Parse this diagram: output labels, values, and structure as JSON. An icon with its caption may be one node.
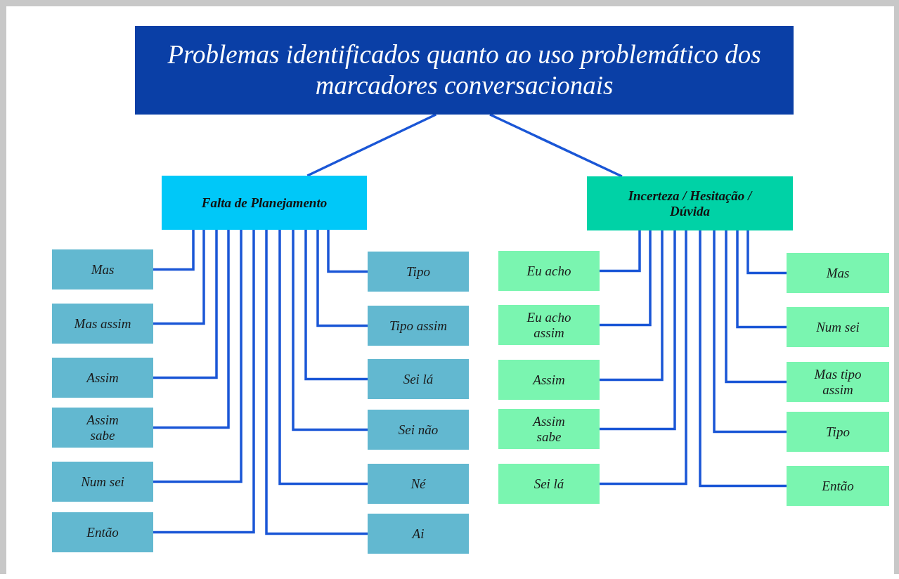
{
  "diagram": {
    "nodes": [
      {
        "text": [
          "Problemas identificados quanto ao uso problemático dos marcadores conversacionais"
        ]
      },
      {
        "text": [
          "Falta de Planejamento"
        ]
      },
      {
        "text": [
          "Incerteza / Hesitação / Dúvida"
        ]
      },
      {
        "text": [
          "Mas"
        ]
      },
      {
        "text": [
          "Mas assim"
        ]
      },
      {
        "text": [
          "Assim"
        ]
      },
      {
        "text": [
          "Assim sabe"
        ]
      },
      {
        "text": [
          "Num sei"
        ]
      },
      {
        "text": [
          "Então"
        ]
      },
      {
        "text": [
          "Tipo"
        ]
      },
      {
        "text": [
          "Tipo assim"
        ]
      },
      {
        "text": [
          "Sei lá"
        ]
      },
      {
        "text": [
          "Sei não"
        ]
      },
      {
        "text": [
          "Né"
        ]
      },
      {
        "text": [
          "Ai"
        ]
      },
      {
        "text": [
          "Eu acho"
        ]
      },
      {
        "text": [
          "Eu acho assim"
        ]
      },
      {
        "text": [
          "Assim"
        ]
      },
      {
        "text": [
          "Assim sabe"
        ]
      },
      {
        "text": [
          "Sei lá"
        ]
      },
      {
        "text": [
          "Mas"
        ]
      },
      {
        "text": [
          "Num sei"
        ]
      },
      {
        "text": [
          "Mas tipo assim"
        ]
      },
      {
        "text": [
          "Tipo"
        ]
      },
      {
        "text": [
          "Então"
        ]
      }
    ],
    "edges": [
      {
        "from": 0,
        "to": 1,
        "arrow": "none"
      },
      {
        "from": 0,
        "to": 2,
        "arrow": "none"
      },
      {
        "from": 1,
        "to": 3,
        "arrow": "none"
      },
      {
        "from": 1,
        "to": 4,
        "arrow": "none"
      },
      {
        "from": 1,
        "to": 5,
        "arrow": "none"
      },
      {
        "from": 1,
        "to": 6,
        "arrow": "none"
      },
      {
        "from": 1,
        "to": 7,
        "arrow": "none"
      },
      {
        "from": 1,
        "to": 8,
        "arrow": "none"
      },
      {
        "from": 1,
        "to": 9,
        "arrow": "none"
      },
      {
        "from": 1,
        "to": 10,
        "arrow": "none"
      },
      {
        "from": 1,
        "to": 11,
        "arrow": "none"
      },
      {
        "from": 1,
        "to": 12,
        "arrow": "none"
      },
      {
        "from": 1,
        "to": 13,
        "arrow": "none"
      },
      {
        "from": 1,
        "to": 14,
        "arrow": "none"
      },
      {
        "from": 2,
        "to": 15,
        "arrow": "none"
      },
      {
        "from": 2,
        "to": 16,
        "arrow": "none"
      },
      {
        "from": 2,
        "to": 17,
        "arrow": "none"
      },
      {
        "from": 2,
        "to": 18,
        "arrow": "none"
      },
      {
        "from": 2,
        "to": 19,
        "arrow": "none"
      },
      {
        "from": 2,
        "to": 20,
        "arrow": "none"
      },
      {
        "from": 2,
        "to": 21,
        "arrow": "none"
      },
      {
        "from": 2,
        "to": 22,
        "arrow": "none"
      },
      {
        "from": 2,
        "to": 23,
        "arrow": "none"
      },
      {
        "from": 2,
        "to": 24,
        "arrow": "none"
      }
    ]
  }
}
